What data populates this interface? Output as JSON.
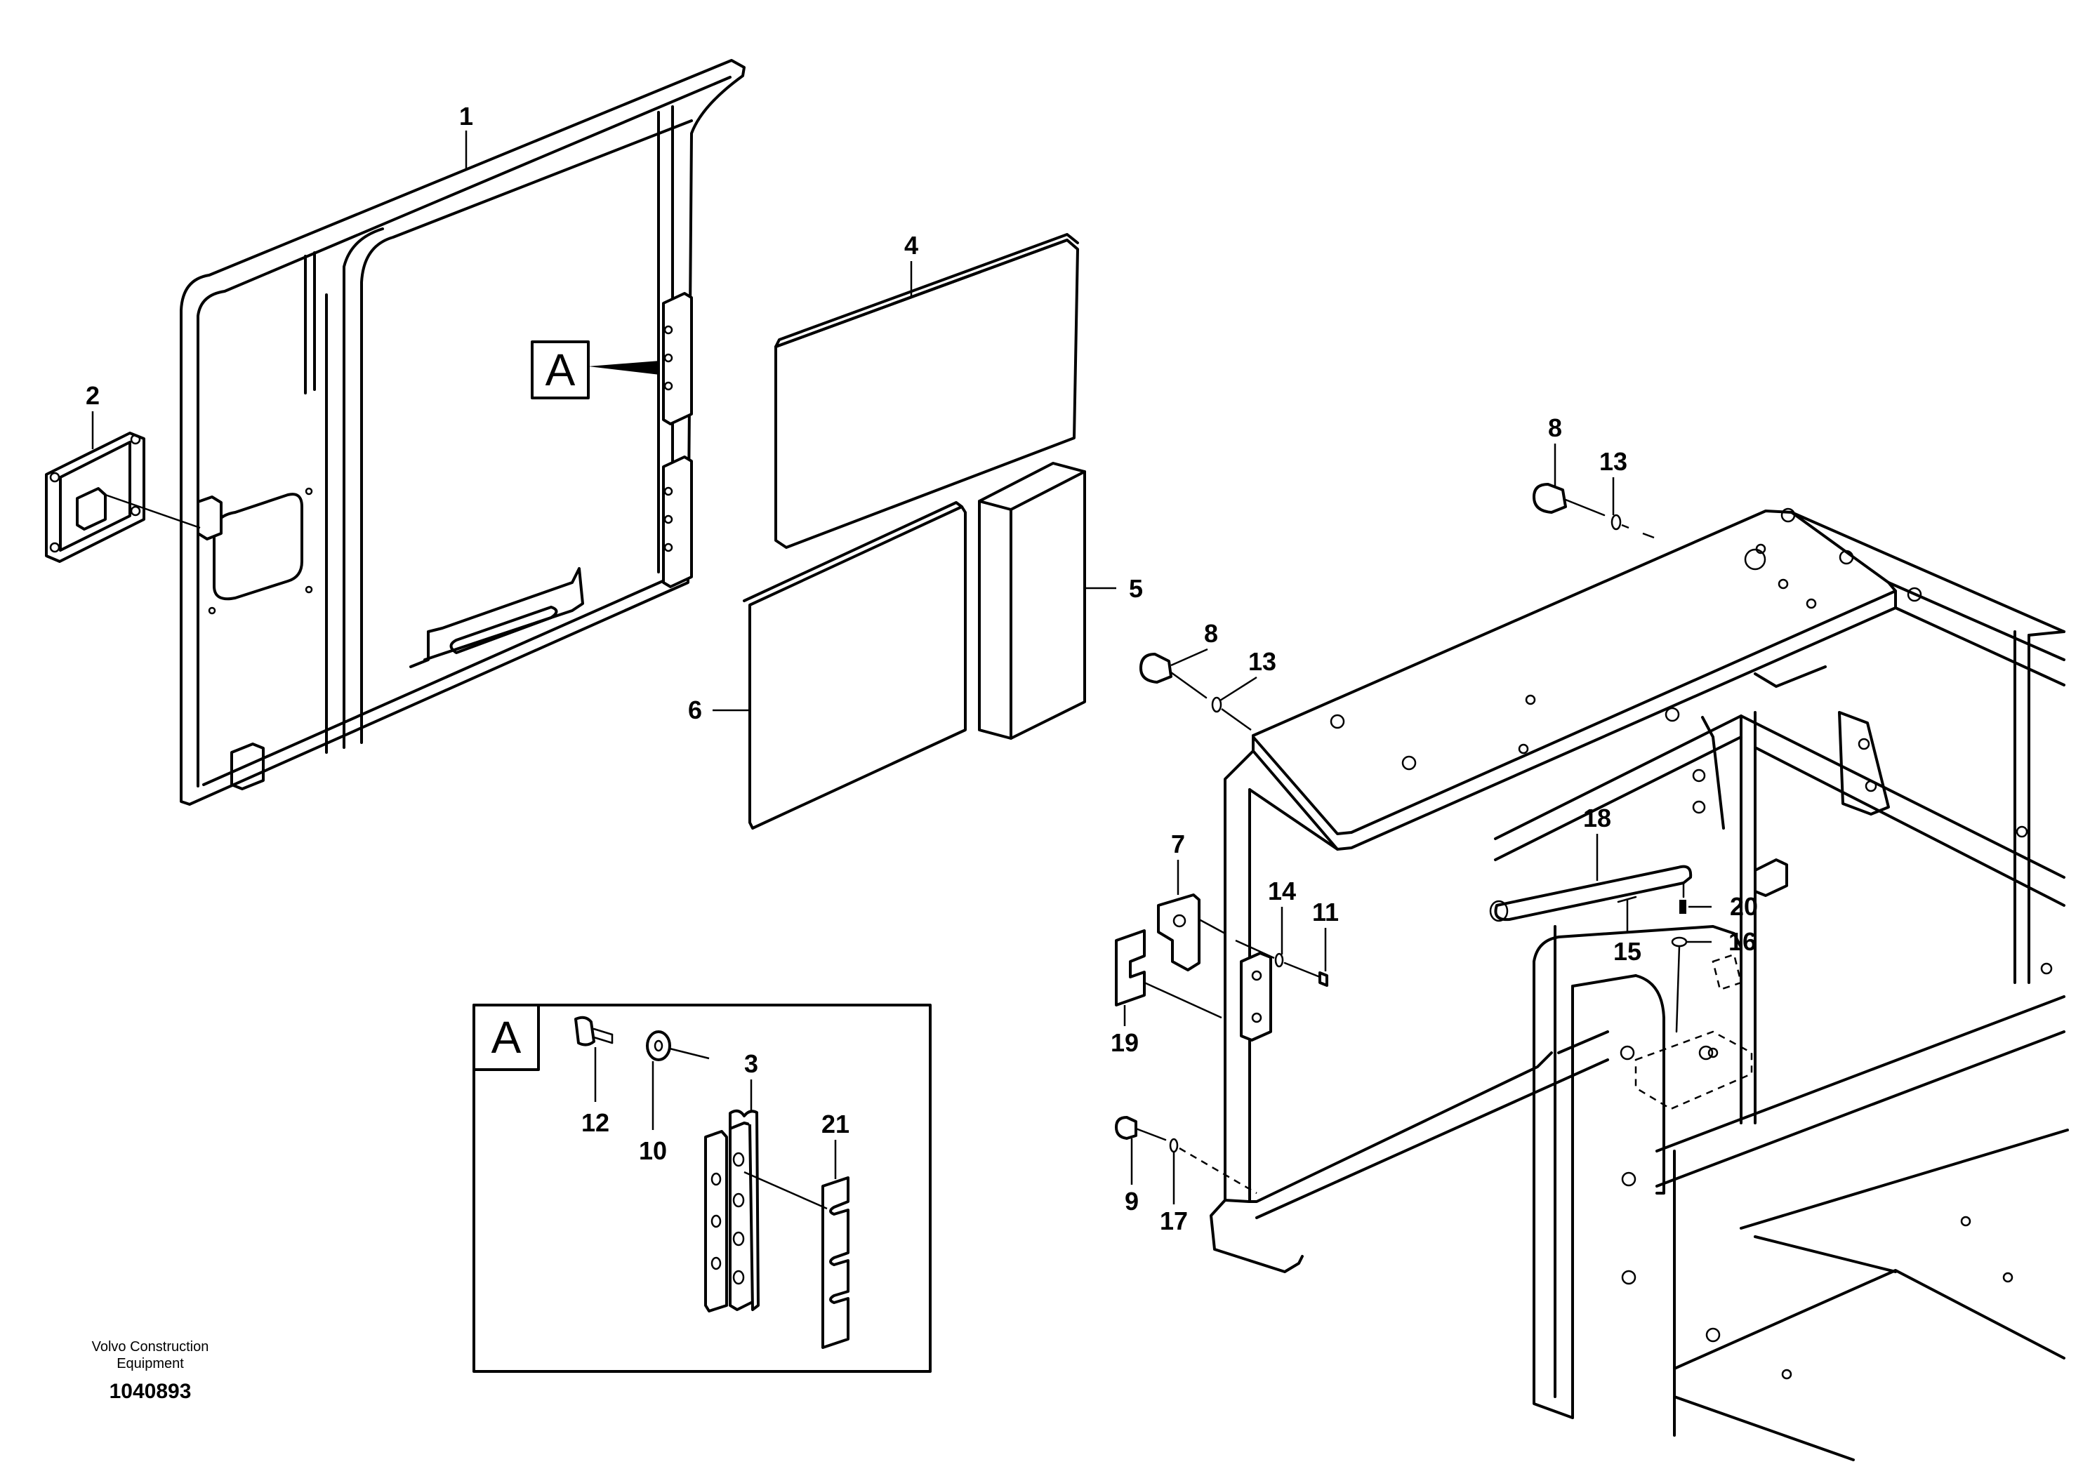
{
  "labels": {
    "p1": "1",
    "p2": "2",
    "p3": "3",
    "p4": "4",
    "p5": "5",
    "p6": "6",
    "p7": "7",
    "p8a": "8",
    "p8b": "8",
    "p9": "9",
    "p10": "10",
    "p11": "11",
    "p12": "12",
    "p13a": "13",
    "p13b": "13",
    "p14": "14",
    "p15": "15",
    "p16": "16",
    "p17": "17",
    "p18": "18",
    "p19": "19",
    "p20": "20",
    "p21": "21"
  },
  "detail_ref": "A",
  "detail_title": "A",
  "footer": {
    "company_line1": "Volvo Construction",
    "company_line2": "Equipment",
    "drawing_number": "1040893"
  }
}
